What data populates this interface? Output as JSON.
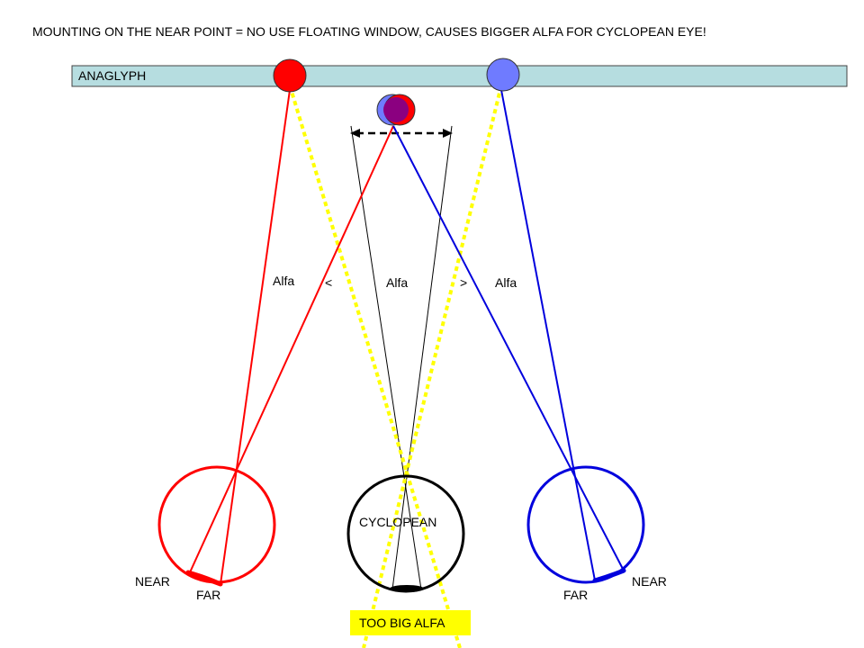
{
  "title": "MOUNTING ON THE NEAR POINT = NO USE  FLOATING WINDOW, CAUSES BIGGER ALFA FOR CYCLOPEAN EYE!",
  "anaglyph_bar": {
    "label": "ANAGLYPH",
    "fill": "#b6dde0",
    "stroke": "#444444"
  },
  "labels": {
    "alfa_left": "Alfa",
    "less_than": "<",
    "alfa_center": "Alfa",
    "greater_than": ">",
    "alfa_right": "Alfa",
    "cyclopean": "CYCLOPEAN",
    "near_left": "NEAR",
    "far_left": "FAR",
    "far_right": "FAR",
    "near_right": "NEAR",
    "too_big": "TOO BIG ALFA"
  },
  "colors": {
    "red": "#ff0000",
    "blue": "#0000dd",
    "yellow": "#ffff00",
    "purple": "#8b0080",
    "black": "#000000",
    "light_blue": "#6f7bff",
    "red_dot": "#ff0000"
  }
}
